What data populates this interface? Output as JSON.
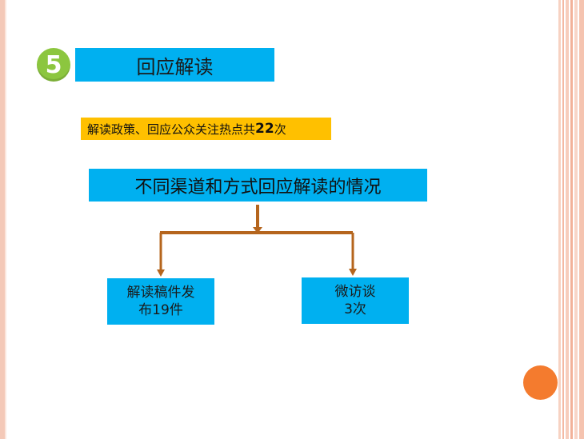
{
  "badge": {
    "number": "5"
  },
  "title": {
    "text": "回应解读"
  },
  "summary": {
    "prefix": "解读政策、回应公众关注热点共",
    "count": "22",
    "suffix": "次"
  },
  "root": {
    "text": "不同渠道和方式回应解读的情况"
  },
  "children": [
    {
      "line1": "解读稿件发",
      "line2_prefix": "布",
      "line2_count": "19",
      "line2_suffix": "件"
    },
    {
      "line1": "微访谈",
      "line2_prefix": "",
      "line2_count": "3",
      "line2_suffix": "次"
    }
  ],
  "colors": {
    "accent_blue": "#00b0f0",
    "highlight_yellow": "#ffc000",
    "badge_green": "#8cc63f",
    "connector_brown": "#b5651d",
    "dot_orange": "#f47b2e"
  }
}
